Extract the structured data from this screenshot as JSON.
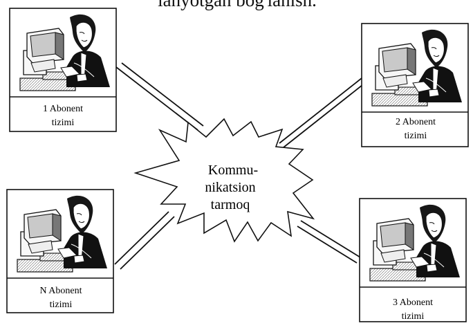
{
  "header": {
    "cut_text": "lanyotgan bog'lanish."
  },
  "network": {
    "label_lines": [
      "Kommu-",
      "nikatsion",
      "tarmoq"
    ]
  },
  "subscribers": [
    {
      "label_line1": "1 Abonent",
      "label_line2": "tizimi"
    },
    {
      "label_line1": "2 Abonent",
      "label_line2": "tizimi"
    },
    {
      "label_line1": "N Abonent",
      "label_line2": "tizimi"
    },
    {
      "label_line1": "3 Abonent",
      "label_line2": "tizimi"
    }
  ],
  "colors": {
    "line": "#111111",
    "background": "#ffffff",
    "monitor_shadow": "#b8b8b8",
    "desk_pattern": "#8a8a8a"
  }
}
